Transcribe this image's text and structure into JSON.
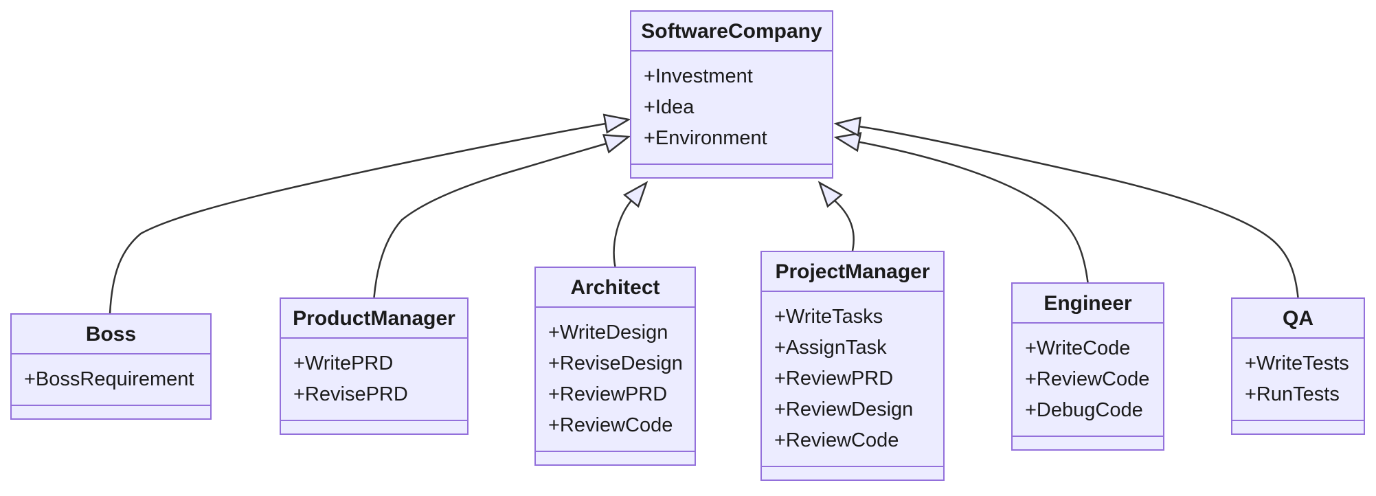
{
  "diagram": {
    "type": "uml-class-diagram",
    "colors": {
      "node_fill": "#ECECFF",
      "node_border": "#9370DB",
      "edge_line": "#333333",
      "text": "#1b1b1b",
      "background": "#ffffff"
    },
    "classes": [
      {
        "id": "SoftwareCompany",
        "name": "SoftwareCompany",
        "attributes": [
          "+Investment",
          "+Idea",
          "+Environment"
        ],
        "methods": []
      },
      {
        "id": "Boss",
        "name": "Boss",
        "attributes": [
          "+BossRequirement"
        ],
        "methods": []
      },
      {
        "id": "ProductManager",
        "name": "ProductManager",
        "attributes": [
          "+WritePRD",
          "+RevisePRD"
        ],
        "methods": []
      },
      {
        "id": "Architect",
        "name": "Architect",
        "attributes": [
          "+WriteDesign",
          "+ReviseDesign",
          "+ReviewPRD",
          "+ReviewCode"
        ],
        "methods": []
      },
      {
        "id": "ProjectManager",
        "name": "ProjectManager",
        "attributes": [
          "+WriteTasks",
          "+AssignTask",
          "+ReviewPRD",
          "+ReviewDesign",
          "+ReviewCode"
        ],
        "methods": []
      },
      {
        "id": "Engineer",
        "name": "Engineer",
        "attributes": [
          "+WriteCode",
          "+ReviewCode",
          "+DebugCode"
        ],
        "methods": []
      },
      {
        "id": "QA",
        "name": "QA",
        "attributes": [
          "+WriteTests",
          "+RunTests"
        ],
        "methods": []
      }
    ],
    "relationships": [
      {
        "from": "Boss",
        "to": "SoftwareCompany",
        "type": "inheritance"
      },
      {
        "from": "ProductManager",
        "to": "SoftwareCompany",
        "type": "inheritance"
      },
      {
        "from": "Architect",
        "to": "SoftwareCompany",
        "type": "inheritance"
      },
      {
        "from": "ProjectManager",
        "to": "SoftwareCompany",
        "type": "inheritance"
      },
      {
        "from": "Engineer",
        "to": "SoftwareCompany",
        "type": "inheritance"
      },
      {
        "from": "QA",
        "to": "SoftwareCompany",
        "type": "inheritance"
      }
    ]
  }
}
